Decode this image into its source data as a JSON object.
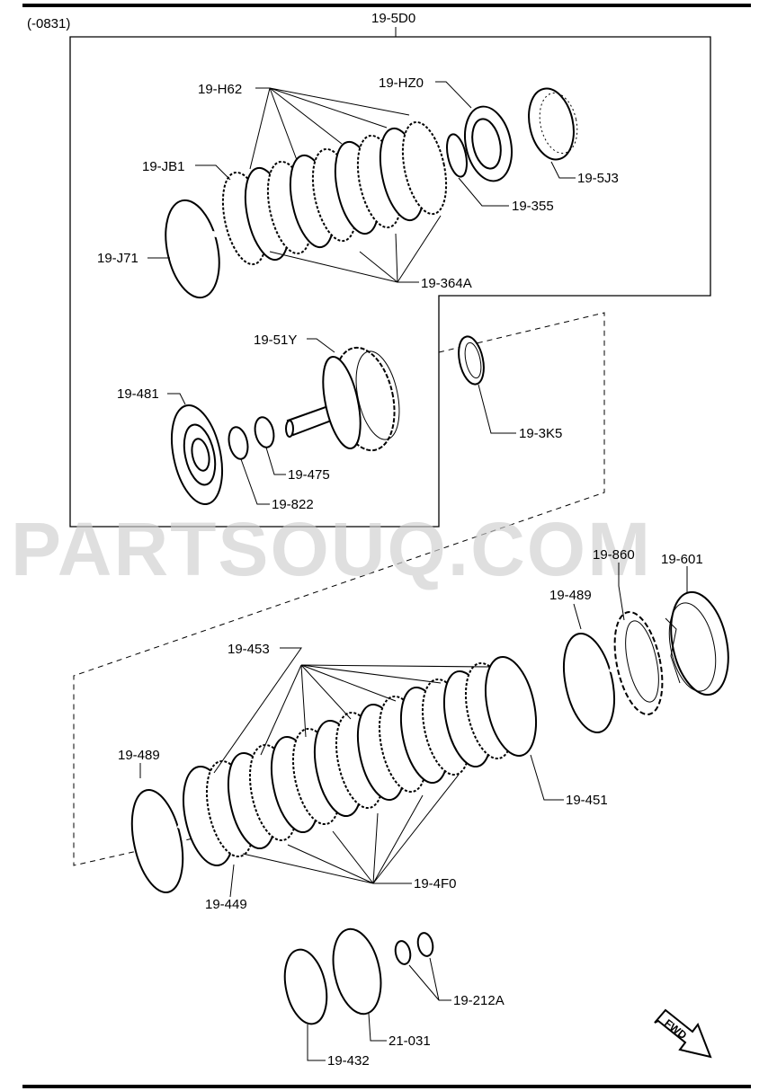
{
  "header": {
    "range_code": "(-0831)"
  },
  "watermark": "PARTSOUQ.COM",
  "fwd_label": "FWD",
  "callouts": {
    "c_19_5D0": "19-5D0",
    "c_19_H62": "19-H62",
    "c_19_HZ0": "19-HZ0",
    "c_19_JB1": "19-JB1",
    "c_19_5J3": "19-5J3",
    "c_19_355": "19-355",
    "c_19_J71": "19-J71",
    "c_19_364A": "19-364A",
    "c_19_51Y": "19-51Y",
    "c_19_481": "19-481",
    "c_19_3K5": "19-3K5",
    "c_19_475": "19-475",
    "c_19_822": "19-822",
    "c_19_860": "19-860",
    "c_19_601": "19-601",
    "c_19_489_top": "19-489",
    "c_19_453": "19-453",
    "c_19_489_left": "19-489",
    "c_19_451": "19-451",
    "c_19_4F0": "19-4F0",
    "c_19_449": "19-449",
    "c_19_212A": "19-212A",
    "c_21_031": "21-031",
    "c_19_432": "19-432"
  }
}
